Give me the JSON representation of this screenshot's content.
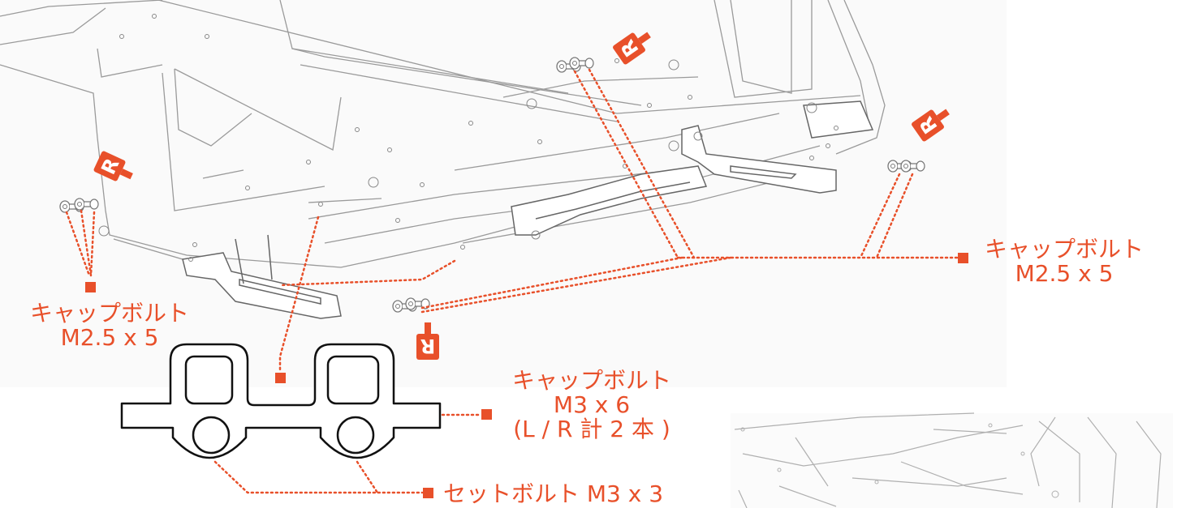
{
  "colors": {
    "accent": "#e8502a",
    "line": "#8a8a8a",
    "light_line": "#b8b8b8",
    "background": "#ffffff",
    "panel_bg": "#fafafa"
  },
  "icons": {
    "thread_locker": "thread-locker-r-icon"
  },
  "thread_locker_mark": "R",
  "labels": {
    "left_bolt": {
      "line1": "キャップボルト",
      "line2": "M2.5 x 5"
    },
    "right_bolt": {
      "line1": "キャップボルト",
      "line2": "M2.5 x 5"
    },
    "center_bolt": {
      "line1": "キャップボルト",
      "line2": "M3 x 6",
      "line3": "(L / R 計 2 本 )"
    },
    "set_bolt": {
      "line1": "セットボルト M3 x 3"
    }
  }
}
